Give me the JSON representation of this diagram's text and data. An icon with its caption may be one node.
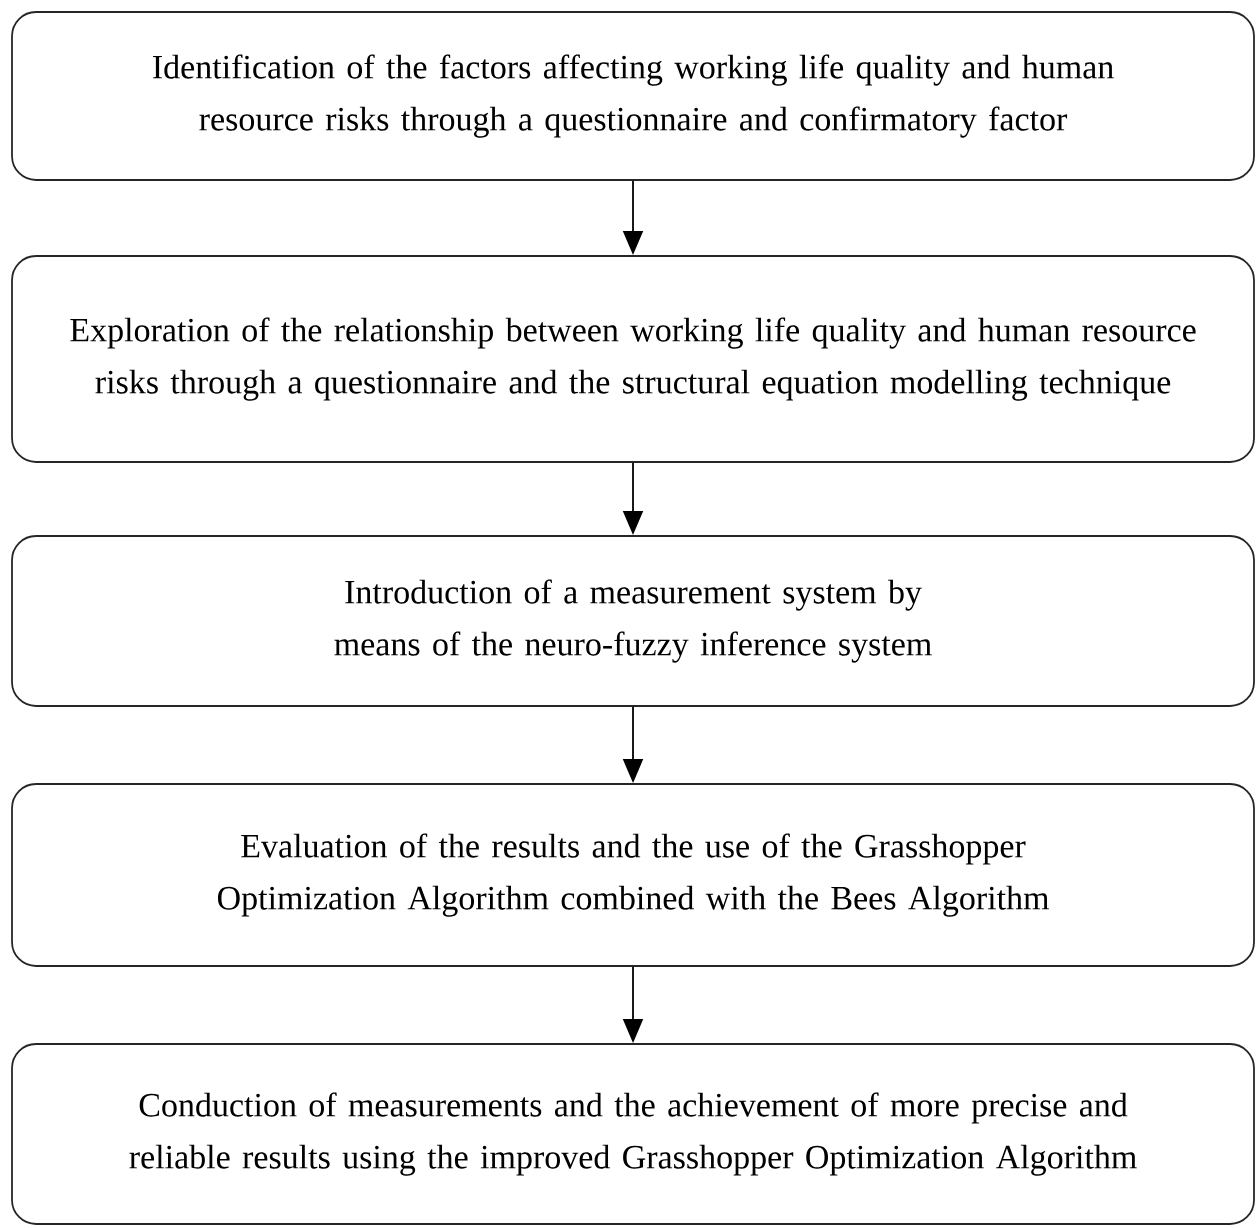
{
  "diagram": {
    "nodes": [
      {
        "text": [
          "Identification of the factors affecting working life quality and human resource risks through a questionnaire and confirmatory factor"
        ]
      },
      {
        "text": [
          "Exploration of the relationship between working life quality and human resource risks through a questionnaire and the structural equation modelling technique"
        ]
      },
      {
        "text": [
          "Introduction of a measurement system by means of the neuro-fuzzy inference system"
        ]
      },
      {
        "text": [
          "Evaluation of the results and the use of the Grasshopper Optimization Algorithm combined with the Bees Algorithm"
        ]
      },
      {
        "text": [
          "Conduction of measurements and the achievement of more precise and reliable results using the improved Grasshopper Optimization Algorithm"
        ]
      }
    ],
    "edges": [
      {
        "from": 0,
        "to": 1,
        "arrow": "to"
      },
      {
        "from": 1,
        "to": 2,
        "arrow": "to"
      },
      {
        "from": 2,
        "to": 3,
        "arrow": "to"
      },
      {
        "from": 3,
        "to": 4,
        "arrow": "to"
      }
    ]
  }
}
